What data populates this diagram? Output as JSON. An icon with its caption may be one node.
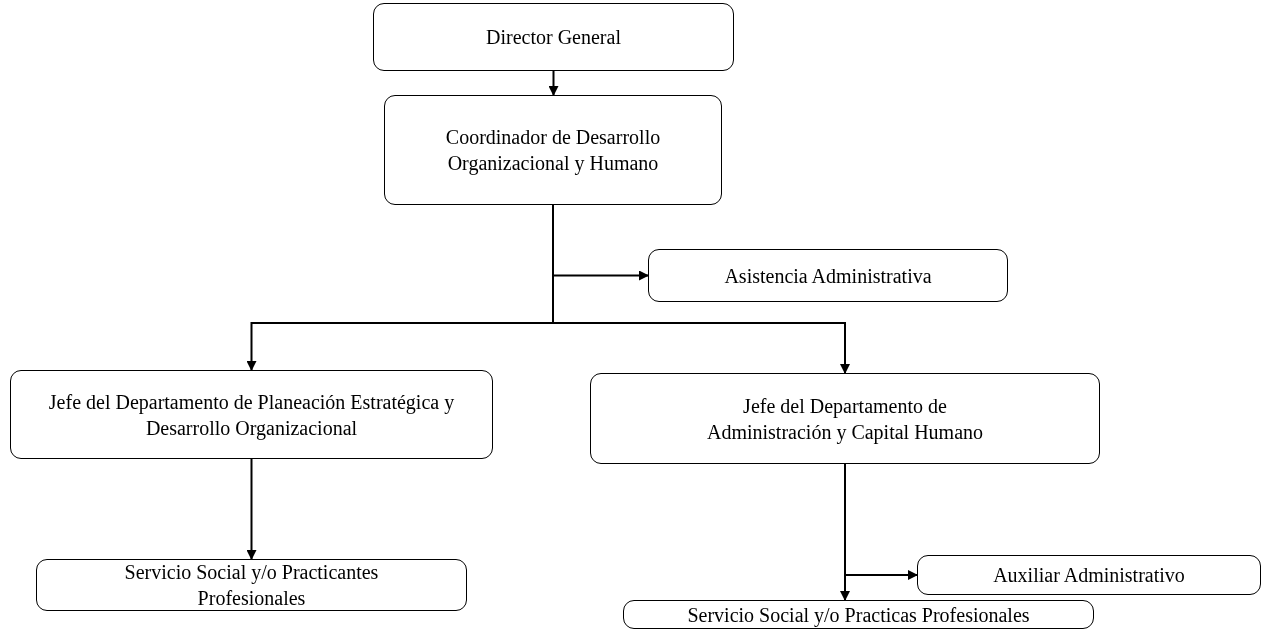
{
  "diagram": {
    "nodes": [
      {
        "text": [
          "Director General"
        ]
      },
      {
        "text": [
          "Coordinador de Desarrollo Organizacional y Humano"
        ]
      },
      {
        "text": [
          "Asistencia Administrativa"
        ]
      },
      {
        "text": [
          "Jefe del Departamento de Planeación Estratégica y Desarrollo Organizacional"
        ]
      },
      {
        "text": [
          "Jefe del Departamento de Administración y Capital Humano"
        ]
      },
      {
        "text": [
          "Servicio Social y/o Practicantes Profesionales"
        ]
      },
      {
        "text": [
          "Auxiliar Administrativo"
        ]
      },
      {
        "text": [
          "Servicio Social y/o Practicas Profesionales"
        ]
      }
    ],
    "edges": [
      {
        "from": 0,
        "to": 1,
        "arrow": "to"
      },
      {
        "from": 1,
        "to": 2,
        "arrow": "to"
      },
      {
        "from": 1,
        "to": 3,
        "arrow": "to"
      },
      {
        "from": 1,
        "to": 4,
        "arrow": "to"
      },
      {
        "from": 3,
        "to": 5,
        "arrow": "to"
      },
      {
        "from": 4,
        "to": 6,
        "arrow": "to"
      },
      {
        "from": 4,
        "to": 7,
        "arrow": "to"
      }
    ]
  }
}
